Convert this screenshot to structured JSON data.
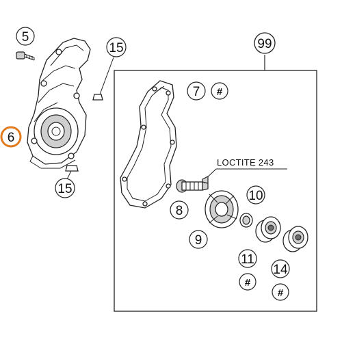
{
  "callouts": {
    "c5": "5",
    "c6": "6",
    "c7": "7",
    "c8": "8",
    "c9": "9",
    "c10": "10",
    "c11": "11",
    "c14": "14",
    "c15_top": "15",
    "c15_bottom": "15",
    "c99": "99"
  },
  "marks": {
    "hash_7": "#",
    "hash_11": "#",
    "hash_14": "#"
  },
  "labels": {
    "loctite": "LOCTITE 243"
  },
  "colors": {
    "highlight": "#e07b1f",
    "line": "#222222",
    "shade": "#cfcfcf"
  }
}
